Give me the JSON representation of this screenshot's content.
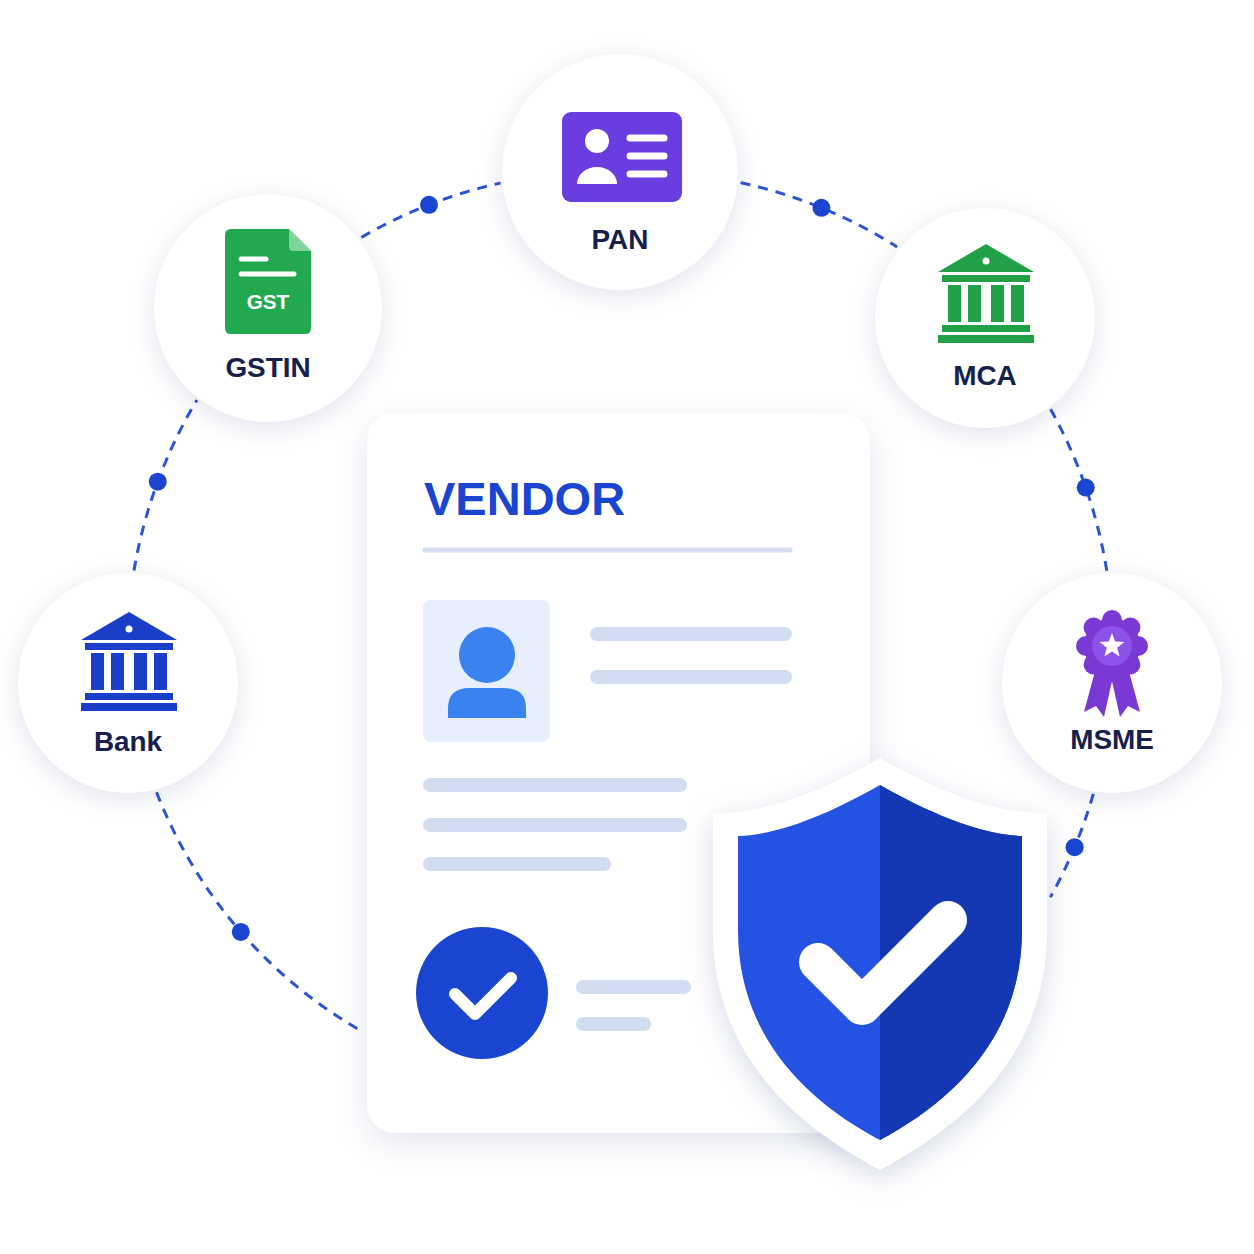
{
  "diagram": {
    "nodes": [
      {
        "text": [
          "PAN"
        ]
      },
      {
        "text": [
          "GST",
          "GSTIN"
        ]
      },
      {
        "text": [
          "MCA"
        ]
      },
      {
        "text": [
          "VENDOR"
        ]
      },
      {
        "text": [
          "Bank"
        ]
      },
      {
        "text": [
          "MSME"
        ]
      }
    ],
    "edges": [
      {
        "from": 1,
        "to": 0,
        "arrow": "none"
      },
      {
        "from": 0,
        "to": 2,
        "arrow": "none"
      },
      {
        "from": 2,
        "to": 5,
        "arrow": "none"
      },
      {
        "from": 4,
        "to": 1,
        "arrow": "none"
      },
      {
        "from": 4,
        "to": 3,
        "arrow": "none"
      },
      {
        "from": 5,
        "to": 3,
        "arrow": "none"
      }
    ]
  }
}
